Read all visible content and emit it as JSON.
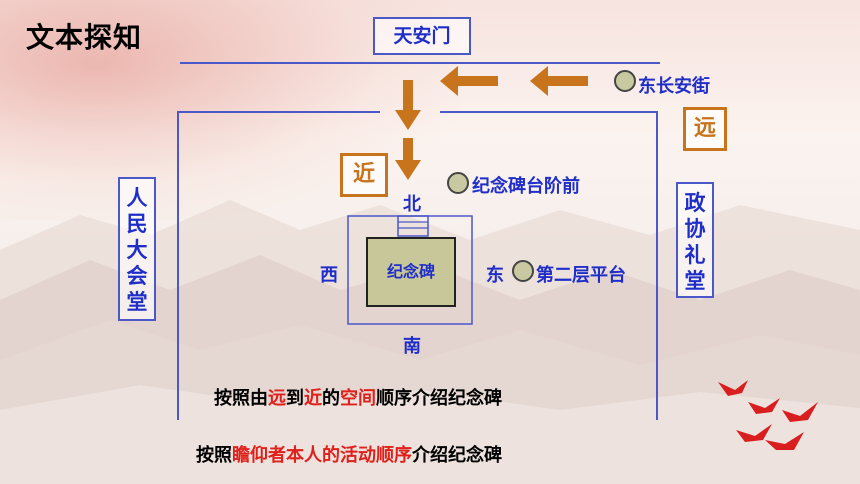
{
  "title": "文本探知",
  "labels": {
    "tiananmen": "天安门",
    "east_street": "东长安街",
    "far": "远",
    "near": "近",
    "north": "北",
    "platform_front": "纪念碑台阶前",
    "west": "西",
    "monument": "纪念碑",
    "east": "东",
    "second_platform": "第二层平台",
    "south": "南",
    "renmin": "人民大会堂",
    "zhengxie": "政协礼堂"
  },
  "sentence1": {
    "p1": "按照由",
    "p2": "远",
    "p3": "到",
    "p4": "近",
    "p5": "的",
    "p6": "空间",
    "p7": "顺序介绍纪念碑"
  },
  "sentence2": {
    "p1": "按照",
    "p2": "瞻仰者本人的活动顺序",
    "p3": "介绍纪念碑"
  },
  "colors": {
    "blue_text": "#1f2ec9",
    "orange": "#c8741c",
    "red": "#e0201a",
    "monument_fill": "#c8c79a"
  }
}
